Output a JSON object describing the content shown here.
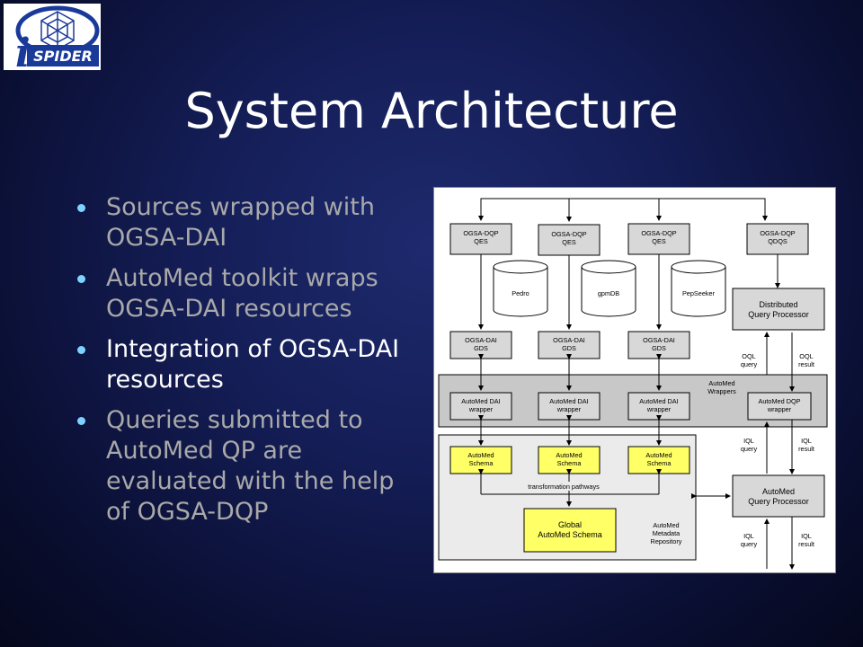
{
  "logo": {
    "text": "SPIDER",
    "letter": "i"
  },
  "slide": {
    "title": "System Architecture",
    "bullets": [
      {
        "text": "Sources wrapped with OGSA-DAI",
        "active": false
      },
      {
        "text": "AutoMed toolkit wraps OGSA-DAI resources",
        "active": false
      },
      {
        "text": "Integration of OGSA-DAI resources",
        "active": true
      },
      {
        "text": "Queries submitted to AutoMed QP are evaluated with the help of OGSA-DQP",
        "active": false
      }
    ]
  },
  "diagram": {
    "qes": [
      [
        "OGSA-DQP",
        "QES"
      ],
      [
        "OGSA-DQP",
        "QES"
      ],
      [
        "OGSA-DQP",
        "QES"
      ]
    ],
    "qdqs": [
      "OGSA-DQP",
      "QDQS"
    ],
    "databases": [
      "Pedro",
      "gpmDB",
      "PepSeeker"
    ],
    "dqp": [
      "Distributed",
      "Query Processor"
    ],
    "gds": [
      [
        "OGSA-DAI",
        "GDS"
      ],
      [
        "OGSA-DAI",
        "GDS"
      ],
      [
        "OGSA-DAI",
        "GDS"
      ]
    ],
    "oql_query": [
      "OQL",
      "query"
    ],
    "oql_result": [
      "OQL",
      "result"
    ],
    "dai_wrappers": [
      [
        "AutoMed DAI",
        "wrapper"
      ],
      [
        "AutoMed DAI",
        "wrapper"
      ],
      [
        "AutoMed DAI",
        "wrapper"
      ]
    ],
    "wrappers_label": [
      "AutoMed",
      "Wrappers"
    ],
    "dqp_wrapper": [
      "AutoMed DQP",
      "wrapper"
    ],
    "iql_query_1": [
      "IQL",
      "query"
    ],
    "iql_result_1": [
      "IQL",
      "result"
    ],
    "schemas": [
      [
        "AutoMed",
        "Schema"
      ],
      [
        "AutoMed",
        "Schema"
      ],
      [
        "AutoMed",
        "Schema"
      ]
    ],
    "transformation": "transformation pathways",
    "global_schema": [
      "Global",
      "AutoMed Schema"
    ],
    "metadata_repo": [
      "AutoMed",
      "Metadata",
      "Repository"
    ],
    "automed_qp": [
      "AutoMed",
      "Query Processor"
    ],
    "iql_query_2": [
      "IQL",
      "query"
    ],
    "iql_result_2": [
      "IQL",
      "result"
    ],
    "colors": {
      "schema_fill": "#ffff66",
      "band_fill": "#c8c8c8",
      "box_fill": "#d8d8d8",
      "repo_fill": "#ebebeb"
    }
  }
}
